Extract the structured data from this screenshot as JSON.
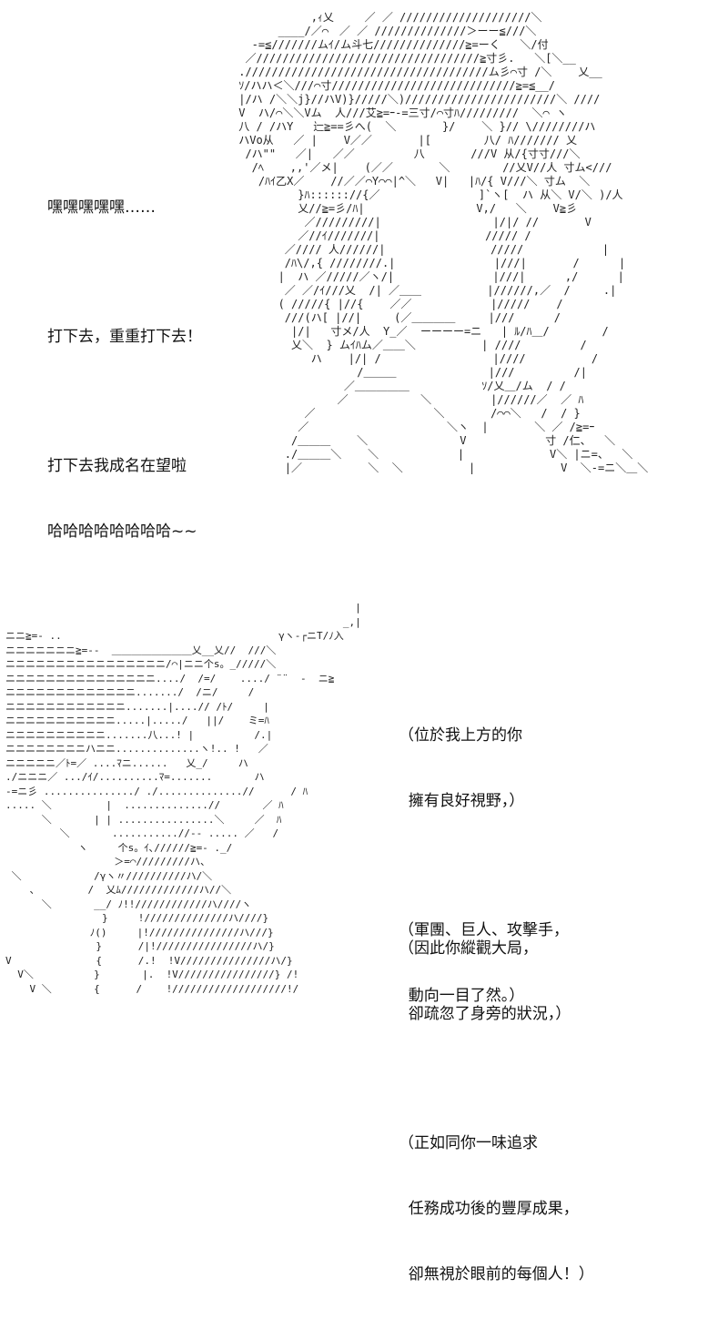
{
  "top_dialog": {
    "line1": "嘿嘿嘿嘿嘿……",
    "line2": "打下去，重重打下去！",
    "line3a": "打下去我成名在望啦",
    "line3b": "哈哈哈哈哈哈哈哈~~"
  },
  "bottom_dialog": {
    "p1a": "（位於我上方的你",
    "p1b": "  擁有良好視野，）",
    "p2a": "（軍團、巨人、攻擊手，",
    "p2b": "  動向一目了然。）",
    "p3a": "（因此你縱觀大局，",
    "p3b": "  卻疏忽了身旁的狀況，）",
    "p4a": "（正如同你一味追求",
    "p4b": "  任務成功後的豐厚成果，",
    "p4c": "  卻無視於眼前的每個人！）"
  },
  "art": {
    "top": "            ,ｨ乂   　／ ／ ////////////////////＼\n       ____/／⌒　／ ／ //////////////＞ーー≦///＼\n   -=≦///////ムｲ/ム斗七//////////////≧=ーく   ＼/付\n  ／//////////////////////////////////≧寸彡.   ＼[＼__\n ./////////////////////////////////////ム彡⌒寸 /＼    乂__\n ｿ/ハハ＜＼///⌒寸////////////////////////////≧=≦__/\n |/ハ /＼＼j}//ハV)}/////＼)///////////////////////＼ ////\n V  ハ/⌒＼＼Vム  人///艾≧=ｰ-=三寸/⌒寸ﾊ/////////  ＼⌒ ヽ\n 八 / /ハY   辷≧==彡へ(  ＼       }/    ＼ }// \\////////ハ\n ハVo从   ／ |    V／／       |[        八/ ﾊ/////// 乂\n  /ハ\"\"   ／|   ／／         八       ///V 从/{寸寸///＼\n   /ﾍ    ,,'／メ|    (／／       ＼        //乂V//人 寸ム<///\n    /ﾊｲ乙X／    //／／⌒Y⌒⌒|^＼   V|   |ﾊ/{ V///＼ 寸ム  ＼\n          }ﾊ:::::://{／               ]`ヽ[  ハ 从＼ V/＼ )/人\n          乂//≧=彡/ﾊ|                 V,/   ＼    V≧彡\n           ／/////////|                 |/|/ //       V\n          ／//ｲ///////|                ///// /\n        ／//// 人//////|                /////            |\n        /ﾊ\\/,{ ////////.|               |///|       /      |\n       |  ハ ／/////／ヽ/|               |///|      ,/      |\n        ／ ／/ｲ///乂  /| ／＿＿          |//////,／  /     .|\n       ( /////{ |//{    ／／            |/////    /\n        ///(ハ[ |//|     (／＿＿＿＿     |///      /\n         |/|   寸メ/人  Y_／  ーーーー=ニ   | ﾙ/ﾊ＿/        /\n         乂＼  } ムｲﾊム／＿＿＼          | ////         /\n            ハ    |/| /                 |////          /\n                   /＿＿＿              |///         /|\n                 ／＿＿＿＿＿           ｿ/乂＿/ム  / /\n                ／           ＼         |//////／  ／ ﾊ\n           ／                  ＼       /⌒⌒＼   /  / }\n          ／                     ＼ヽ  |       ＼ ／ /≧=ｰ\n         /＿＿＿    ＼              V            寸 /仁、  ＼\n        ./＿＿＿＼    ＼            |             V＼ |ニ=、  ＼\n        |／          ＼  ＼          |             V  ＼-=ニ＼＿＼",
    "bottom": "                                                          |\n                                                        _,|\nニニ≧=- ..                                    γヽ-┌ニT/ﾉ入\nニニニニニニニ≧=--  ＿＿＿＿＿＿＿＿乂__乂//  ///＼\nニニニニニニニニニニニニニニニニ/⌒|ニニ个s。_/////＼\nニニニニニニニニニニニニニニニ..../  /=/    ..../ ¨¨  -  ニ≧\nニニニニニニニニニニニニニ......./  /ニ/     /\nニニニニニニニニニニニニ.......|....// /ﾄ/     |\nニニニニニニニニニニニ.....|...../   ||/    ミ=ﾊ\nニニニニニニニニニニ.......八...! |          /.|\nニニニニニニニニハニニ..............ヽ!.. !   ／\nニニニニニ／ﾄ=／ ....ﾏニ......   乂_/     ハ\n./ニニニ／ .../ｲ/..........ﾏ=.......       ハ\n-=ニ彡 .............../ ./..............//      / ﾊ\n..... ＼         |  ..............//       ／ ﾊ\n      ＼       | | ................＼     ／  ﾊ\n         ＼       ...........//‐‐ ..... ／   /\n            ヽ     个s。ｲ､//////≧=- ._/\n                  ＞=⌒/////////ハ、\n ＼            /γヽ〃//////////ハ/＼\n    、        /  乂ﾑ/////////////ハ//＼\n      ＼       __/ ﾉ!!////////////ハ////ヽ\n                }     !//////////////ハ////}\n              ﾉ()     |!///////////////ハ///}\n               }      /|!////////////////ハ/}\nV              {      /.!  !V///////////////ハ/}\n  V＼          }       |.  !V////////////////} /!\n    V ＼       {      /    !///////////////////!/"
  }
}
